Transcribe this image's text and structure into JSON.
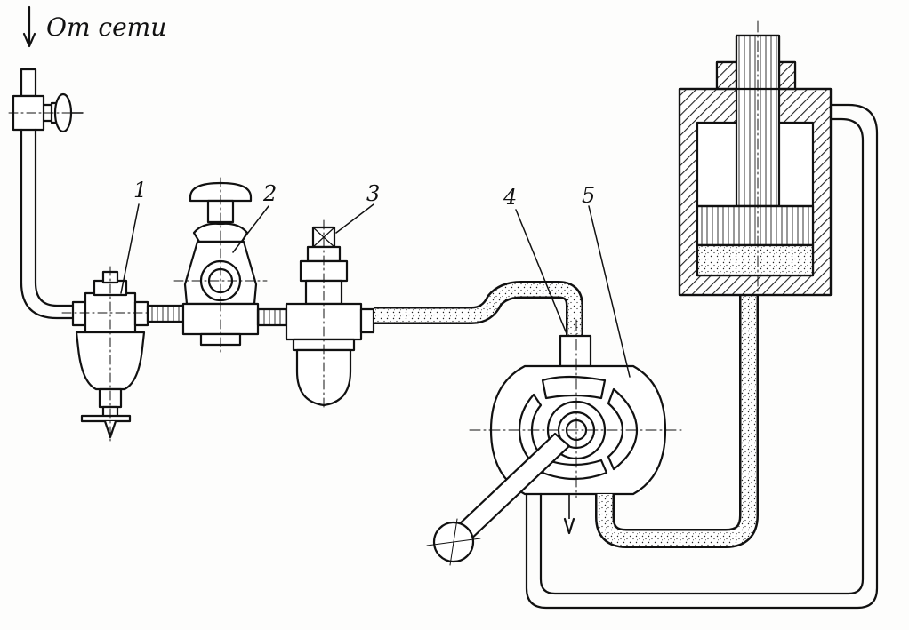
{
  "source_label": "От сети",
  "callouts": [
    {
      "id": "filter",
      "number": "1"
    },
    {
      "id": "pressure-reducer",
      "number": "2"
    },
    {
      "id": "lubricator",
      "number": "3"
    },
    {
      "id": "distributor-valve",
      "number": "4"
    },
    {
      "id": "valve-body",
      "number": "5"
    }
  ],
  "colors": {
    "ink": "#111111",
    "paper": "#fdfdfc",
    "hatch": "#222222"
  }
}
